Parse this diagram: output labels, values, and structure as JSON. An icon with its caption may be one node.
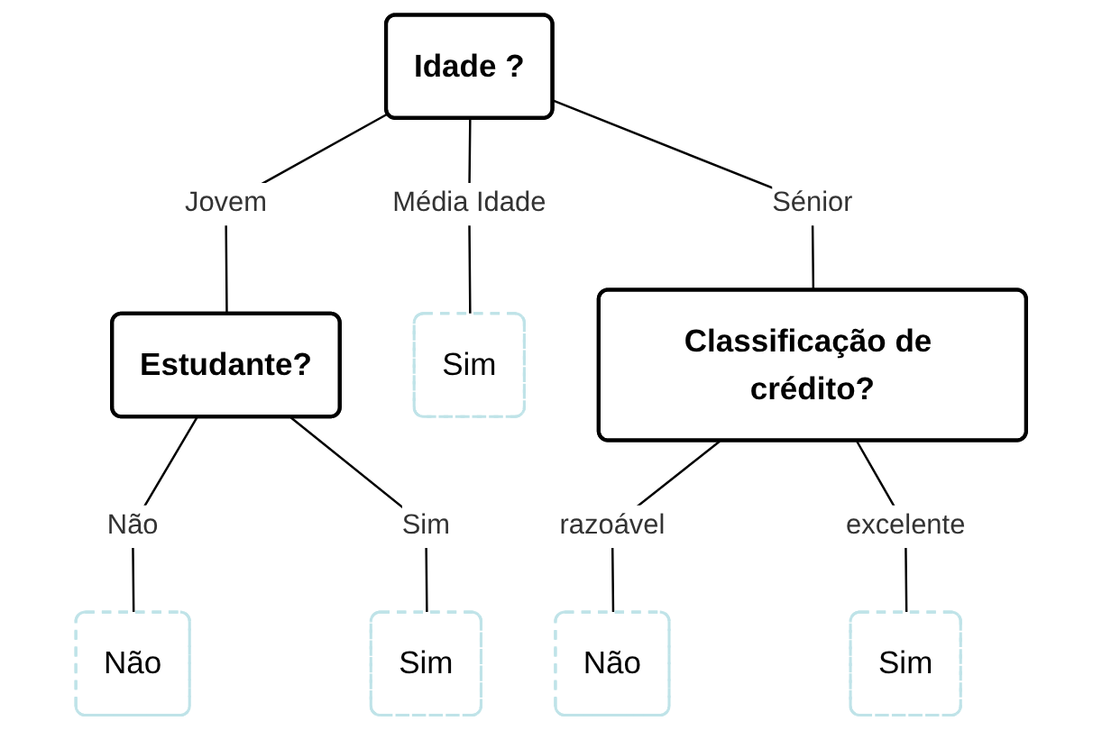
{
  "diagram": {
    "nodes": [
      {
        "text": [
          "Idade ?"
        ]
      },
      {
        "text": [
          "Estudante?"
        ]
      },
      {
        "text": [
          "Sim"
        ]
      },
      {
        "text": [
          "Classificação de crédito?"
        ]
      },
      {
        "text": [
          "Não"
        ]
      },
      {
        "text": [
          "Sim"
        ]
      },
      {
        "text": [
          "Não"
        ]
      },
      {
        "text": [
          "Sim"
        ]
      }
    ],
    "edges": [
      {
        "from": 0,
        "to": 1,
        "arrow": "none",
        "label": "Jovem"
      },
      {
        "from": 0,
        "to": 2,
        "arrow": "none",
        "label": "Média Idade"
      },
      {
        "from": 0,
        "to": 3,
        "arrow": "none",
        "label": "Sénior"
      },
      {
        "from": 1,
        "to": 4,
        "arrow": "none",
        "label": "Não"
      },
      {
        "from": 1,
        "to": 5,
        "arrow": "none",
        "label": "Sim"
      },
      {
        "from": 3,
        "to": 6,
        "arrow": "none",
        "label": "razoável"
      },
      {
        "from": 3,
        "to": 7,
        "arrow": "none",
        "label": "excelente"
      }
    ]
  }
}
